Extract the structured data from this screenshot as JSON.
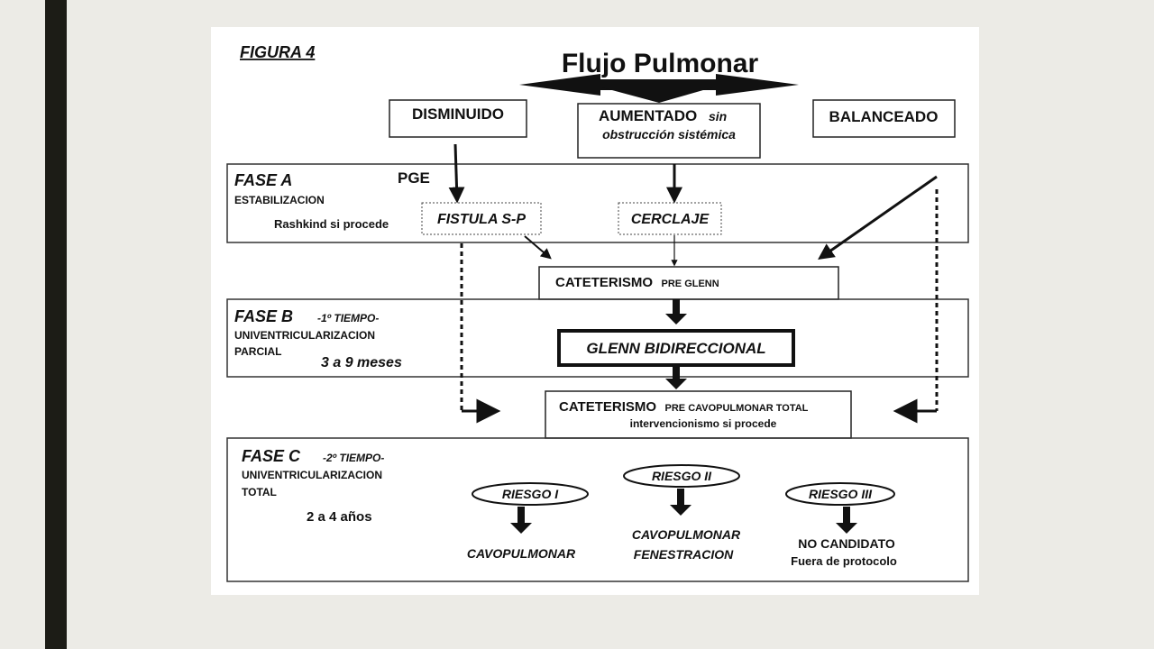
{
  "figure_label": "FIGURA 4",
  "title": "Flujo Pulmonar",
  "categories": {
    "disminuido": "DISMINUIDO",
    "aumentado_bold": "AUMENTADO",
    "aumentado_sin": "sin",
    "aumentado_line2": "obstrucción sistémica",
    "balanceado": "BALANCEADO"
  },
  "phase_a": {
    "title": "FASE A",
    "pge": "PGE",
    "subtitle": "ESTABILIZACION",
    "note": "Rashkind si procede",
    "fistula": "FISTULA S-P",
    "cerclaje": "CERCLAJE"
  },
  "cateterismo_glenn": {
    "bold": "CATETERISMO",
    "small": "PRE GLENN"
  },
  "phase_b": {
    "title": "FASE B",
    "tiempo": "-1º TIEMPO-",
    "line2": "UNIVENTRICULARIZACION",
    "line3": "PARCIAL",
    "duration": "3 a 9 meses",
    "glenn": "GLENN BIDIRECCIONAL"
  },
  "cateterismo_cavo": {
    "bold": "CATETERISMO",
    "small": "PRE CAVOPULMONAR TOTAL",
    "line2": "intervencionismo si procede"
  },
  "phase_c": {
    "title": "FASE C",
    "tiempo": "-2º TIEMPO-",
    "line2": "UNIVENTRICULARIZACION",
    "line3": "TOTAL",
    "duration": "2 a 4 años",
    "riesgo1": "RIESGO I",
    "riesgo2": "RIESGO II",
    "riesgo3": "RIESGO III",
    "outcome1": "CAVOPULMONAR",
    "outcome2_line1": "CAVOPULMONAR",
    "outcome2_line2": "FENESTRACION",
    "outcome3_line1": "NO CANDIDATO",
    "outcome3_line2": "Fuera de protocolo"
  }
}
